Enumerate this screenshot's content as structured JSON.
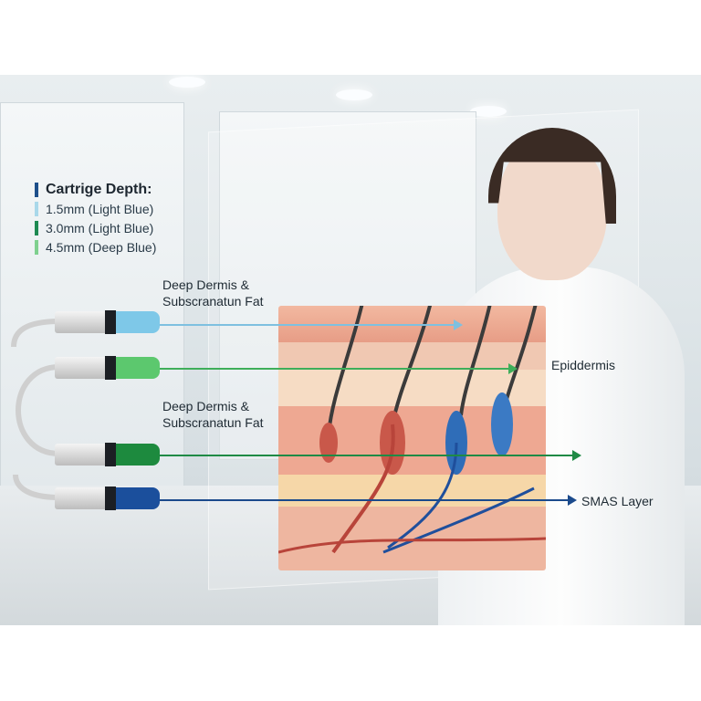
{
  "legend": {
    "title": "Cartrige Depth:",
    "items": [
      {
        "label": "1.5mm (Light Blue)",
        "color": "#a9d8ea"
      },
      {
        "label": "3.0mm (Light Blue)",
        "color": "#1e8a52"
      },
      {
        "label": "4.5mm (Deep Blue)",
        "color": "#7fd08f"
      }
    ],
    "title_color": "#1d4f8a"
  },
  "labels": {
    "upper_depth": [
      "Deep Dermis &",
      "Subscranatun Fat"
    ],
    "lower_depth": [
      "Deep Dermis &",
      "Subscranatun Fat"
    ],
    "epidermis": "Epiddermis",
    "smas": "SMAS Layer"
  },
  "cartridges": [
    {
      "color": "#7ec8e8",
      "arrow_color": "#7ec0e0"
    },
    {
      "color": "#5cc86e",
      "arrow_color": "#3fae5a"
    },
    {
      "color": "#1d8a3e",
      "arrow_color": "#1f8a45"
    },
    {
      "color": "#1b4f9c",
      "arrow_color": "#1b4a8c"
    }
  ]
}
